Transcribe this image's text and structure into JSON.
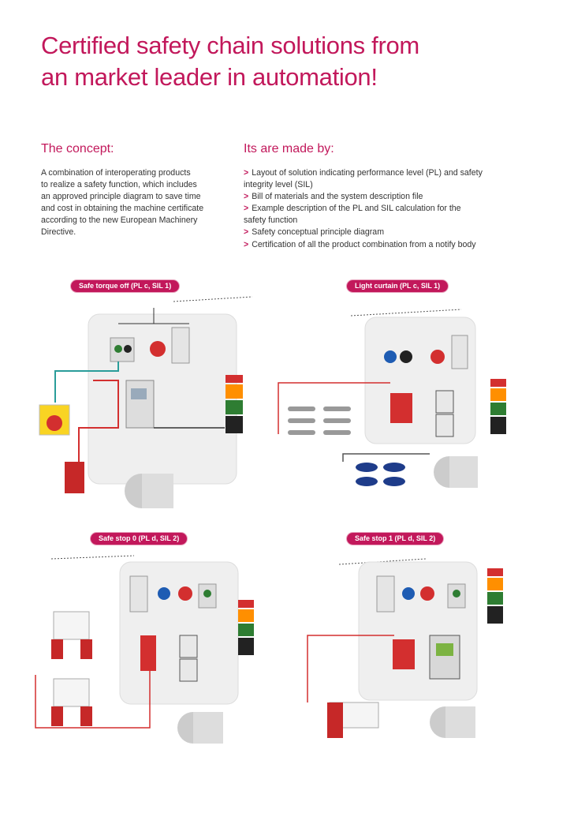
{
  "title": {
    "line1": "Certified safety chain solutions from",
    "line2": "an market leader in automation!"
  },
  "concept": {
    "heading": "The concept:",
    "lines": [
      "A combination of interoperating products",
      "to realize a safety function, which includes",
      "an approved principle diagram to save time",
      "and cost in obtaining the machine certificate",
      "according to the new European Machinery",
      "Directive."
    ]
  },
  "made_by": {
    "heading": "Its are made by:",
    "bullet_marker": ">",
    "lines": [
      {
        "bullet": true,
        "text": "Layout of solution indicating performance level (PL) and safety"
      },
      {
        "bullet": false,
        "text": "integrity level (SIL)"
      },
      {
        "bullet": true,
        "text": "Bill of materials and the system description file"
      },
      {
        "bullet": true,
        "text": "Example description of the PL and SIL calculation for the"
      },
      {
        "bullet": false,
        "text": "safety function"
      },
      {
        "bullet": true,
        "text": "Safety conceptual principle diagram"
      },
      {
        "bullet": true,
        "text": "Certification of all the product combination from a notify body"
      }
    ]
  },
  "diagrams": {
    "d1": {
      "label": "Safe torque off (PL c, SIL 1)"
    },
    "d2": {
      "label": "Light curtain (PL c, SIL 1)"
    },
    "d3": {
      "label": "Safe stop 0 (PL d, SIL 2)"
    },
    "d4": {
      "label": "Safe stop 1 (PL d, SIL 2)"
    }
  },
  "colors": {
    "accent": "#c2185b",
    "wire_red": "#d32f2f",
    "wire_teal": "#2a9d9a",
    "cabinet": "#eeeeee"
  }
}
